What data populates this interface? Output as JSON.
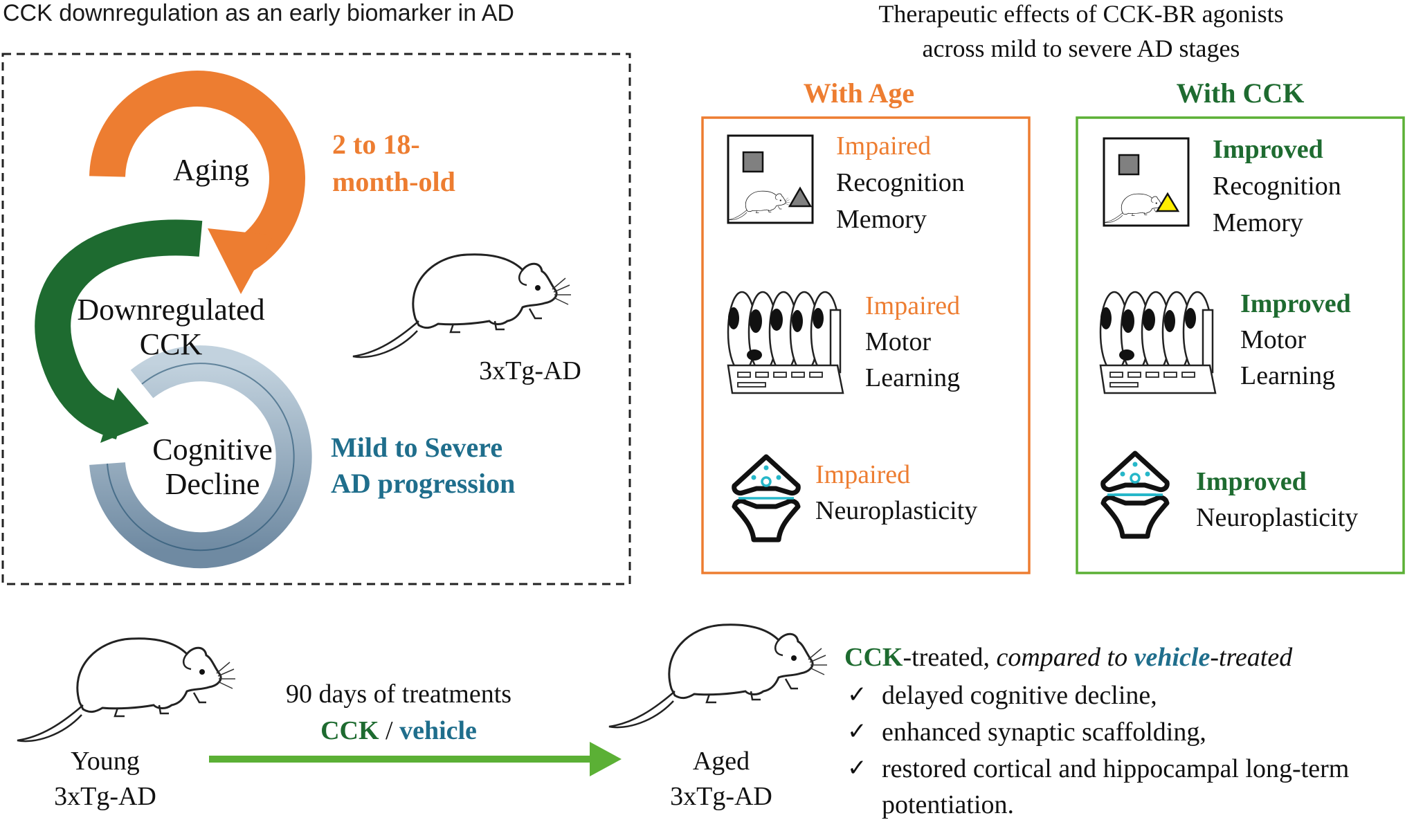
{
  "left_title": "CCK downregulation as an early biomarker in AD",
  "right_title": [
    "Therapeutic effects of CCK-BR agonists",
    "across mild to severe AD stages"
  ],
  "cycle": {
    "aging_label": "Aging",
    "downregulated_label": [
      "Downregulated",
      "CCK"
    ],
    "cognitive_label": [
      "Cognitive",
      "Decline"
    ],
    "age_range": [
      "2 to 18-",
      "month-old"
    ],
    "progression": [
      "Mild to Severe",
      "AD progression"
    ],
    "mouse_label": "3xTg-AD"
  },
  "with_age": {
    "header": "With Age",
    "items": [
      {
        "status": "Impaired",
        "lines": [
          "Recognition",
          "Memory"
        ],
        "icon": "object-recognition-icon"
      },
      {
        "status": "Impaired",
        "lines": [
          "Motor",
          "Learning"
        ],
        "icon": "rotarod-icon"
      },
      {
        "status": "Impaired",
        "lines": [
          "Neuroplasticity"
        ],
        "icon": "synapse-icon"
      }
    ]
  },
  "with_cck": {
    "header": "With CCK",
    "items": [
      {
        "status": "Improved",
        "lines": [
          "Recognition",
          "Memory"
        ],
        "icon": "object-recognition-icon"
      },
      {
        "status": "Improved",
        "lines": [
          "Motor",
          "Learning"
        ],
        "icon": "rotarod-icon"
      },
      {
        "status": "Improved",
        "lines": [
          "Neuroplasticity"
        ],
        "icon": "synapse-icon"
      }
    ]
  },
  "timeline": {
    "young_label": [
      "Young",
      "3xTg-AD"
    ],
    "treatment_label": "90 days of treatments",
    "cck": "CCK",
    "slash": " / ",
    "vehicle": "vehicle",
    "aged_label": [
      "Aged",
      "3xTg-AD"
    ]
  },
  "results": {
    "cck": "CCK",
    "treated": "-treated, ",
    "compared_to": "compared to ",
    "vehicle": "vehicle",
    "vehicle_treated": "-treated",
    "check": "✓",
    "bullets": [
      [
        "delayed cognitive decline,"
      ],
      [
        "enhanced synaptic scaffolding,"
      ],
      [
        "restored cortical and hippocampal long-term",
        "potentiation."
      ]
    ]
  },
  "colors": {
    "orange": "#ed7d31",
    "green": "#1e6b30",
    "bright_green": "#5bb035",
    "blue_text": "#1f6e8c",
    "steel": "#8ba3b8",
    "black": "#1a1a1a",
    "yellow": "#ffee00",
    "cyan": "#26b7c9"
  }
}
